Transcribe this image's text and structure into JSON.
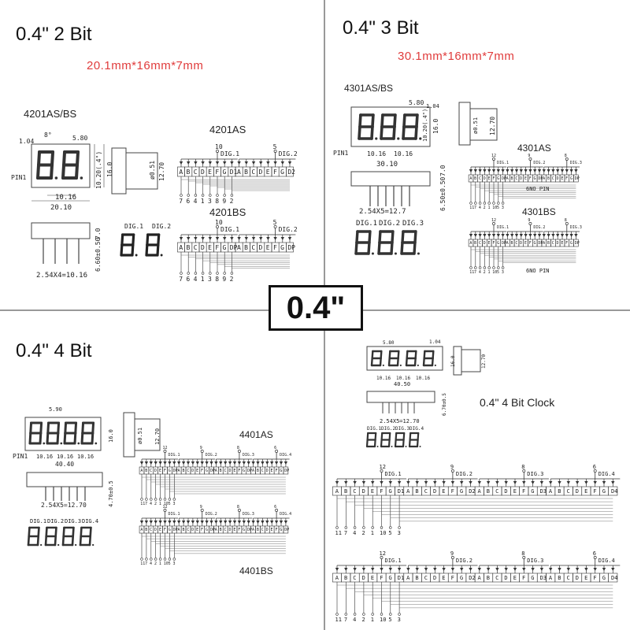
{
  "center_badge": "0.4\"",
  "quadrants": {
    "two_bit": {
      "header": "0.4\"   2 Bit",
      "dimension": "20.1mm*16mm*7mm",
      "parts": [
        "4201AS/BS",
        "4201AS",
        "4201BS"
      ],
      "pin_label": "PIN1",
      "pitch": "2.54X4=10.16",
      "pins": [
        "7",
        "6",
        "4",
        "1",
        "3",
        "8",
        "9",
        "2"
      ],
      "segments": [
        "A",
        "B",
        "C",
        "D",
        "E",
        "F",
        "G",
        "D1",
        "A",
        "B",
        "C",
        "D",
        "E",
        "F",
        "G",
        "D2"
      ],
      "segments_bs": [
        "A",
        "B",
        "C",
        "D",
        "E",
        "F",
        "G",
        "DP",
        "A",
        "B",
        "C",
        "D",
        "E",
        "F",
        "G",
        "DP"
      ],
      "digits": [
        "DIG.1",
        "DIG.2"
      ],
      "common_pins": [
        "10",
        "5"
      ]
    },
    "three_bit": {
      "header": "0.4\"   3 Bit",
      "dimension": "30.1mm*16mm*7mm",
      "parts": [
        "4301AS/BS",
        "4301AS",
        "4301BS"
      ],
      "pin_label": "PIN1",
      "pitch": "2.54X5=12.7",
      "pins": [
        "11",
        "7",
        "4",
        "2",
        "1",
        "10",
        "5",
        "3"
      ],
      "no_pin": "6NO PIN",
      "digits": [
        "DIG.1",
        "DIG.2",
        "DIG.3"
      ],
      "common_pins": [
        "12",
        "9",
        "8"
      ]
    },
    "four_bit": {
      "header": "0.4\"   4 Bit",
      "parts": [
        "4401AS",
        "4401BS"
      ],
      "pin_label": "PIN1",
      "pitch": "2.54X5=12.70",
      "pins": [
        "11",
        "7",
        "4",
        "2",
        "1",
        "10",
        "5",
        "3"
      ],
      "digits": [
        "DIG.1",
        "DIG.2",
        "DIG.3",
        "DIG.4"
      ],
      "common_pins": [
        "12",
        "9",
        "8",
        "6"
      ],
      "width": "40.40"
    },
    "four_bit_clock": {
      "header": "0.4\"     4 Bit Clock",
      "pitch": "2.54X5=12.70",
      "width": "40.50",
      "pins": [
        "11",
        "7",
        "4",
        "2",
        "1",
        "10",
        "5",
        "3"
      ],
      "digits": [
        "DIG.1",
        "DIG.2",
        "DIG.3",
        "DIG.4"
      ],
      "common_pins": [
        "12",
        "9",
        "8",
        "6"
      ],
      "segments_row": [
        "A",
        "B",
        "C",
        "D",
        "E",
        "F",
        "G",
        "D1",
        "A",
        "B",
        "C",
        "D",
        "E",
        "F",
        "G",
        "D2",
        "A",
        "B",
        "C",
        "D",
        "E",
        "F",
        "G",
        "D3",
        "A",
        "B",
        "C",
        "D",
        "E",
        "F",
        "G",
        "D4"
      ]
    }
  },
  "dims": {
    "h_16": "16.0",
    "h_10_20": "10.20(.4\")",
    "h_12_70": "12.70",
    "dia": "ø0.51",
    "w_10_16": "10.16",
    "w_20_10": "20.10",
    "w_30_10": "30.10",
    "lead_6_60": "6.60±0.50",
    "lead_6_50": "6.50±0.50",
    "lead_4_70": "4.70±0.5",
    "h_7_0": "7.0",
    "w_5_80": "5.80",
    "w_1_04": "1.04",
    "ang_8": "8°"
  }
}
